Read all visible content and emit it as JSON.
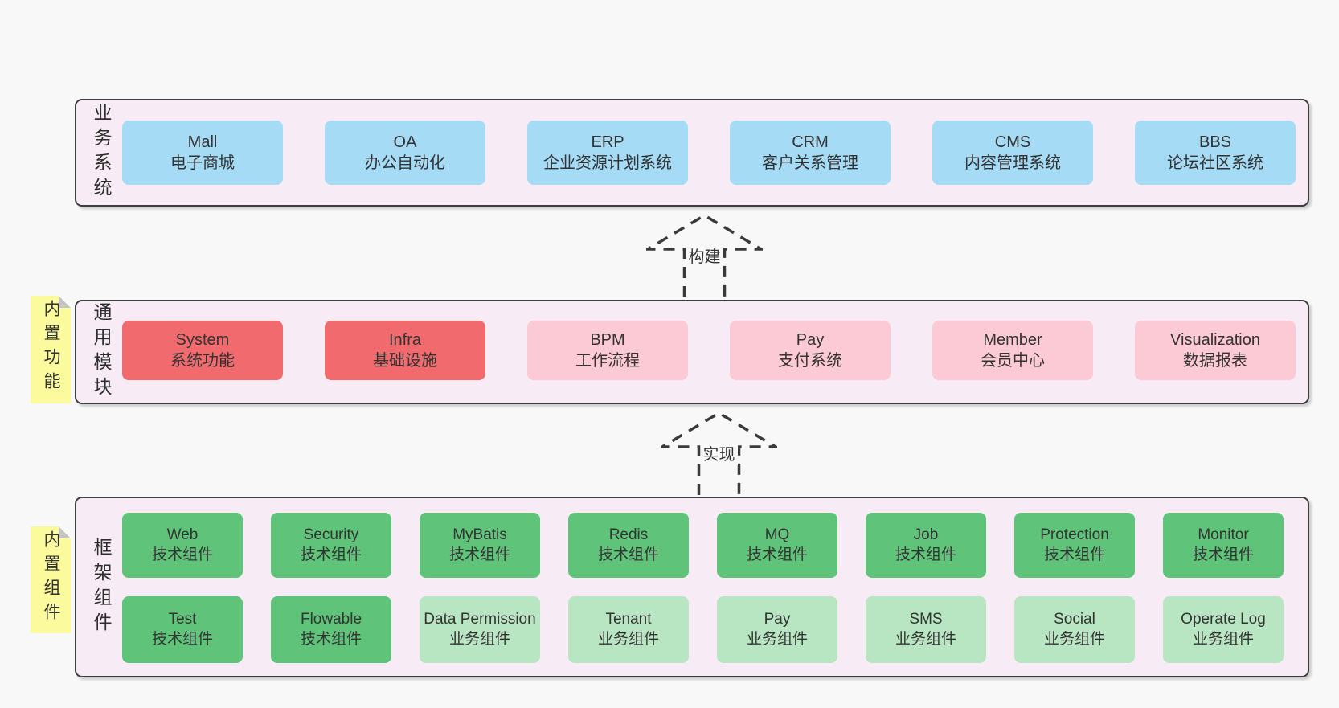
{
  "sections": {
    "business": {
      "side_label": "业务系统",
      "boxes": [
        {
          "title": "Mall",
          "subtitle": "电子商城"
        },
        {
          "title": "OA",
          "subtitle": "办公自动化"
        },
        {
          "title": "ERP",
          "subtitle": "企业资源计划系统"
        },
        {
          "title": "CRM",
          "subtitle": "客户关系管理"
        },
        {
          "title": "CMS",
          "subtitle": "内容管理系统"
        },
        {
          "title": "BBS",
          "subtitle": "论坛社区系统"
        }
      ]
    },
    "modules": {
      "side_label": "通用模块",
      "sticky_label": "内置功能",
      "boxes": [
        {
          "title": "System",
          "subtitle": "系统功能"
        },
        {
          "title": "Infra",
          "subtitle": "基础设施"
        },
        {
          "title": "BPM",
          "subtitle": "工作流程"
        },
        {
          "title": "Pay",
          "subtitle": "支付系统"
        },
        {
          "title": "Member",
          "subtitle": "会员中心"
        },
        {
          "title": "Visualization",
          "subtitle": "数据报表"
        }
      ]
    },
    "components": {
      "side_label": "框架组件",
      "sticky_label": "内置组件",
      "row1": [
        {
          "title": "Web",
          "subtitle": "技术组件"
        },
        {
          "title": "Security",
          "subtitle": "技术组件"
        },
        {
          "title": "MyBatis",
          "subtitle": "技术组件"
        },
        {
          "title": "Redis",
          "subtitle": "技术组件"
        },
        {
          "title": "MQ",
          "subtitle": "技术组件"
        },
        {
          "title": "Job",
          "subtitle": "技术组件"
        },
        {
          "title": "Protection",
          "subtitle": "技术组件"
        },
        {
          "title": "Monitor",
          "subtitle": "技术组件"
        }
      ],
      "row2": [
        {
          "title": "Test",
          "subtitle": "技术组件"
        },
        {
          "title": "Flowable",
          "subtitle": "技术组件"
        },
        {
          "title": "Data Permission",
          "subtitle": "业务组件"
        },
        {
          "title": "Tenant",
          "subtitle": "业务组件"
        },
        {
          "title": "Pay",
          "subtitle": "业务组件"
        },
        {
          "title": "SMS",
          "subtitle": "业务组件"
        },
        {
          "title": "Social",
          "subtitle": "业务组件"
        },
        {
          "title": "Operate Log",
          "subtitle": "业务组件"
        }
      ]
    }
  },
  "arrows": {
    "build": "构建",
    "implement": "实现"
  },
  "colors": {
    "page_background": "#f8f8f8",
    "panel_background": "#f7ecf5",
    "panel_border": "#3e3e3e",
    "box_blue": "#a6dbf5",
    "box_red": "#f16b6e",
    "box_pink": "#fccad4",
    "box_green_dark": "#5fc379",
    "box_green_light": "#b8e6c2",
    "sticky_yellow": "#fbfb9e",
    "sticky_fold_gray": "#c4c4c4",
    "text": "#333333"
  }
}
